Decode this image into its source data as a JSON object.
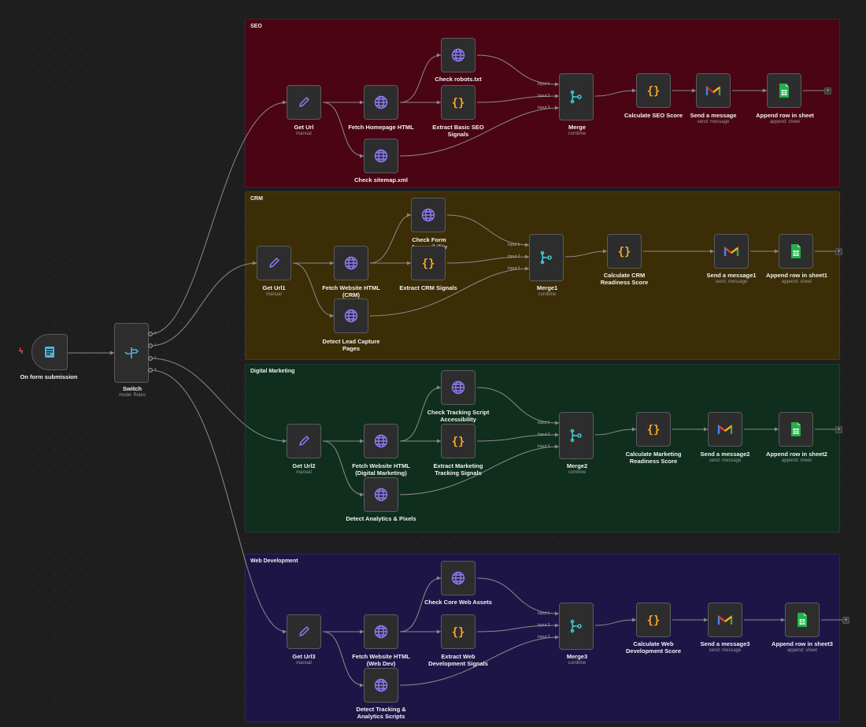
{
  "colors": {
    "seo": "#4a0413",
    "crm": "#3b2d06",
    "digital": "#0f2e1d",
    "webdev": "#1e1547",
    "edge": "#8a8a8a",
    "http_icon": "#8b7cf6",
    "code_icon": "#f5a623",
    "edit_icon": "#8b7cf6",
    "merge_icon": "#3fc8c8",
    "trigger_icon": "#4fb3d9",
    "sheets_icon": "#22b24c"
  },
  "sections": {
    "seo": {
      "title": "SEO"
    },
    "crm": {
      "title": "CRM"
    },
    "digital": {
      "title": "Digital Marketing"
    },
    "webdev": {
      "title": "Web Development"
    }
  },
  "merge_inputs": [
    "Input 1",
    "Input 2",
    "Input 3"
  ],
  "switch_outputs": [
    "0",
    "1",
    "2",
    "3"
  ],
  "nodes": {
    "trigger": {
      "label": "On form submission",
      "icon": "form-icon"
    },
    "switch": {
      "label": "Switch",
      "sub": "mode: Rules",
      "icon": "switch-icon"
    },
    "seo_get_url": {
      "label": "Get Url",
      "sub": "manual",
      "icon": "edit-icon"
    },
    "seo_fetch": {
      "label": "Fetch Homepage HTML",
      "icon": "globe-icon"
    },
    "seo_robots": {
      "label": "Check robots.txt",
      "icon": "globe-icon"
    },
    "seo_extract": {
      "label": "Extract Basic SEO Signals",
      "icon": "code-icon"
    },
    "seo_sitemap": {
      "label": "Check sitemap.xml",
      "icon": "globe-icon"
    },
    "seo_merge": {
      "label": "Merge",
      "sub": "combine",
      "icon": "merge-icon"
    },
    "seo_calc": {
      "label": "Calculate SEO Score",
      "icon": "code-icon"
    },
    "seo_send": {
      "label": "Send a message",
      "sub": "send: message",
      "icon": "gmail-icon"
    },
    "seo_append": {
      "label": "Append row in sheet",
      "sub": "append: sheet",
      "icon": "sheets-icon"
    },
    "crm_get_url": {
      "label": "Get Url1",
      "sub": "manual",
      "icon": "edit-icon"
    },
    "crm_fetch": {
      "label": "Fetch Website HTML (CRM)",
      "icon": "globe-icon"
    },
    "crm_form": {
      "label": "Check Form Accessibility",
      "icon": "globe-icon"
    },
    "crm_extract": {
      "label": "Extract CRM Signals",
      "icon": "code-icon"
    },
    "crm_lead": {
      "label": "Detect Lead Capture Pages",
      "icon": "globe-icon"
    },
    "crm_merge": {
      "label": "Merge1",
      "sub": "combine",
      "icon": "merge-icon"
    },
    "crm_calc": {
      "label": "Calculate CRM Readiness Score",
      "icon": "code-icon"
    },
    "crm_send": {
      "label": "Send a message1",
      "sub": "send: message",
      "icon": "gmail-icon"
    },
    "crm_append": {
      "label": "Append row in sheet1",
      "sub": "append: sheet",
      "icon": "sheets-icon"
    },
    "dm_get_url": {
      "label": "Get Url2",
      "sub": "manual",
      "icon": "edit-icon"
    },
    "dm_fetch": {
      "label": "Fetch Website HTML (Digital Marketing)",
      "icon": "globe-icon"
    },
    "dm_tracking": {
      "label": "Check Tracking Script Accessibility",
      "icon": "globe-icon"
    },
    "dm_extract": {
      "label": "Extract Marketing Tracking Signals",
      "icon": "code-icon"
    },
    "dm_pixels": {
      "label": "Detect Analytics & Pixels",
      "icon": "globe-icon"
    },
    "dm_merge": {
      "label": "Merge2",
      "sub": "combine",
      "icon": "merge-icon"
    },
    "dm_calc": {
      "label": "Calculate Marketing Readiness Score",
      "icon": "code-icon"
    },
    "dm_send": {
      "label": "Send a message2",
      "sub": "send: message",
      "icon": "gmail-icon"
    },
    "dm_append": {
      "label": "Append row in sheet2",
      "sub": "append: sheet",
      "icon": "sheets-icon"
    },
    "wd_get_url": {
      "label": "Get Url3",
      "sub": "manual",
      "icon": "edit-icon"
    },
    "wd_fetch": {
      "label": "Fetch Website HTML (Web Dev)",
      "icon": "globe-icon"
    },
    "wd_core": {
      "label": "Check Core Web Assets",
      "icon": "globe-icon"
    },
    "wd_extract": {
      "label": "Extract Web Development Signals",
      "icon": "code-icon"
    },
    "wd_scripts": {
      "label": "Detect Tracking & Analytics Scripts",
      "icon": "globe-icon"
    },
    "wd_merge": {
      "label": "Merge3",
      "sub": "combine",
      "icon": "merge-icon"
    },
    "wd_calc": {
      "label": "Calculate Web Development Score",
      "icon": "code-icon"
    },
    "wd_send": {
      "label": "Send a message3",
      "sub": "send: message",
      "icon": "gmail-icon"
    },
    "wd_append": {
      "label": "Append row in sheet3",
      "sub": "append: sheet",
      "icon": "sheets-icon"
    }
  }
}
